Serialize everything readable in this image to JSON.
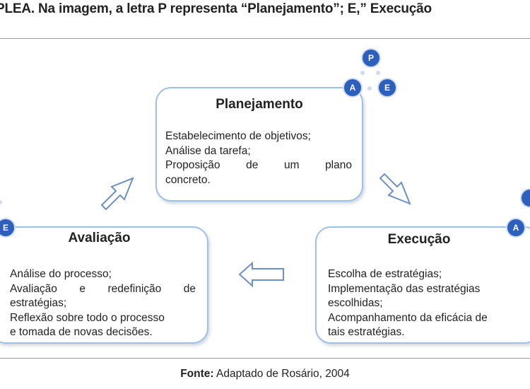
{
  "header": {
    "title": "PLEA. Na imagem, a letra P representa “Planejamento”; E,” Execução"
  },
  "diagram": {
    "planejamento": {
      "title": "Planejamento",
      "lines": [
        "Estabelecimento de objetivos;",
        "Análise da tarefa;",
        "Proposição de um plano",
        "concreto."
      ]
    },
    "avaliacao": {
      "title": "Avaliação",
      "lines": [
        "Análise do processo;",
        "Avaliação e redefinição de",
        "estratégias;",
        "Reflexão sobre todo o processo",
        "e tomada de novas decisões."
      ]
    },
    "execucao": {
      "title": "Execução",
      "lines": [
        "Escolha de estratégias;",
        "Implementação das estratégias",
        "escolhidas;",
        "Acompanhamento da eficácia de",
        "tais estratégias."
      ]
    },
    "badges": {
      "top_p": "P",
      "top_a": "A",
      "top_e": "E",
      "left_e": "E",
      "right_a": "A"
    }
  },
  "source": {
    "label": "Fonte:",
    "text": "Adaptado de Rosário, 2004"
  }
}
